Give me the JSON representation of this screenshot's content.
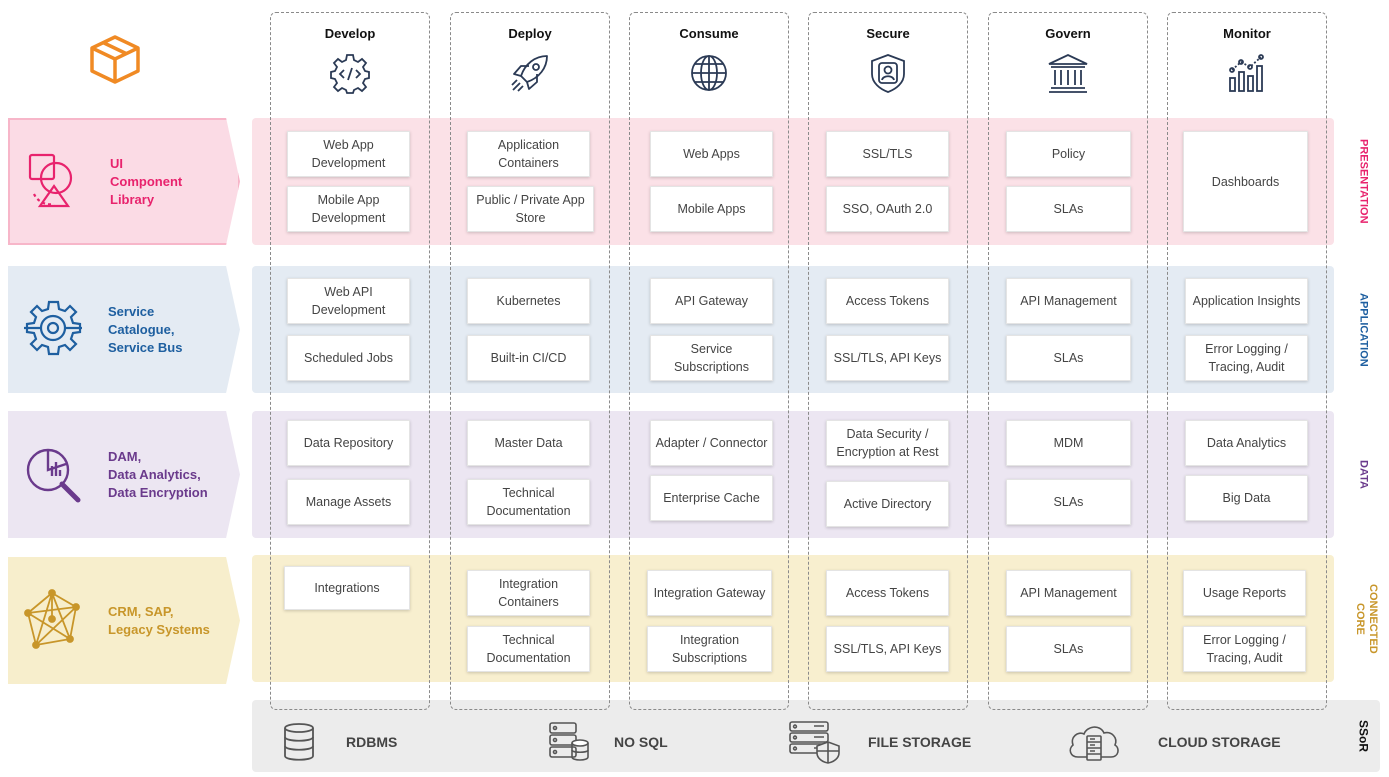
{
  "columns": [
    "Develop",
    "Deploy",
    "Consume",
    "Secure",
    "Govern",
    "Monitor"
  ],
  "column_icons": [
    "code-gear-icon",
    "rocket-icon",
    "globe-icon",
    "shield-user-icon",
    "government-building-icon",
    "bar-chart-icon"
  ],
  "layers": [
    {
      "left_label": "UI\nComponent\nLibrary",
      "side": "PRESENTATION",
      "color": "#e8236d",
      "icon": "shapes-icon",
      "cells": [
        [
          "Web App Development",
          "Mobile App Development"
        ],
        [
          "Application Containers",
          "Public / Private App Store"
        ],
        [
          "Web Apps",
          "Mobile Apps"
        ],
        [
          "SSL/TLS",
          "SSO, OAuth 2.0"
        ],
        [
          "Policy",
          "SLAs"
        ],
        [
          "Dashboards"
        ]
      ]
    },
    {
      "left_label": "Service\nCatalogue,\nService Bus",
      "side": "APPLICATION",
      "color": "#1e5fa0",
      "icon": "gear-circuit-icon",
      "cells": [
        [
          "Web API Development",
          "Scheduled Jobs"
        ],
        [
          "Kubernetes",
          "Built-in CI/CD"
        ],
        [
          "API Gateway",
          "Service Subscriptions"
        ],
        [
          "Access Tokens",
          "SSL/TLS, API Keys"
        ],
        [
          "API Management",
          "SLAs"
        ],
        [
          "Application Insights",
          "Error Logging / Tracing, Audit"
        ]
      ]
    },
    {
      "left_label": "DAM,\nData Analytics,\nData Encryption",
      "side": "DATA",
      "color": "#6a3a8c",
      "icon": "analytics-search-icon",
      "cells": [
        [
          "Data Repository",
          "Manage Assets"
        ],
        [
          "Master Data",
          "Technical Documentation"
        ],
        [
          "Adapter / Connector",
          "Enterprise Cache"
        ],
        [
          "Data Security / Encryption at Rest",
          "Active Directory"
        ],
        [
          "MDM",
          "SLAs"
        ],
        [
          "Data Analytics",
          "Big Data"
        ]
      ]
    },
    {
      "left_label": "CRM, SAP,\nLegacy Systems",
      "side": "CONNECTED\nCORE",
      "color": "#c8962a",
      "icon": "network-mesh-icon",
      "cells": [
        [
          "Integrations"
        ],
        [
          "Integration Containers",
          "Technical Documentation"
        ],
        [
          "Integration Gateway",
          "Integration Subscriptions"
        ],
        [
          "Access Tokens",
          "SSL/TLS, API Keys"
        ],
        [
          "API Management",
          "SLAs"
        ],
        [
          "Usage Reports",
          "Error Logging / Tracing, Audit"
        ]
      ]
    }
  ],
  "ssor": {
    "side": "SSoR",
    "items": [
      {
        "label": "RDBMS",
        "icon": "database-icon"
      },
      {
        "label": "NO SQL",
        "icon": "server-db-icon"
      },
      {
        "label": "FILE STORAGE",
        "icon": "server-shield-icon"
      },
      {
        "label": "CLOUD STORAGE",
        "icon": "cloud-server-icon"
      }
    ]
  },
  "colors": {
    "logo": "#f08a24",
    "presentation_band": "#fbe1e7",
    "application_band": "#e4ebf3",
    "data_band": "#ece6f2",
    "core_band": "#f8efcf",
    "ssor_band": "#ececec",
    "icon_navy": "#2b3a55"
  }
}
